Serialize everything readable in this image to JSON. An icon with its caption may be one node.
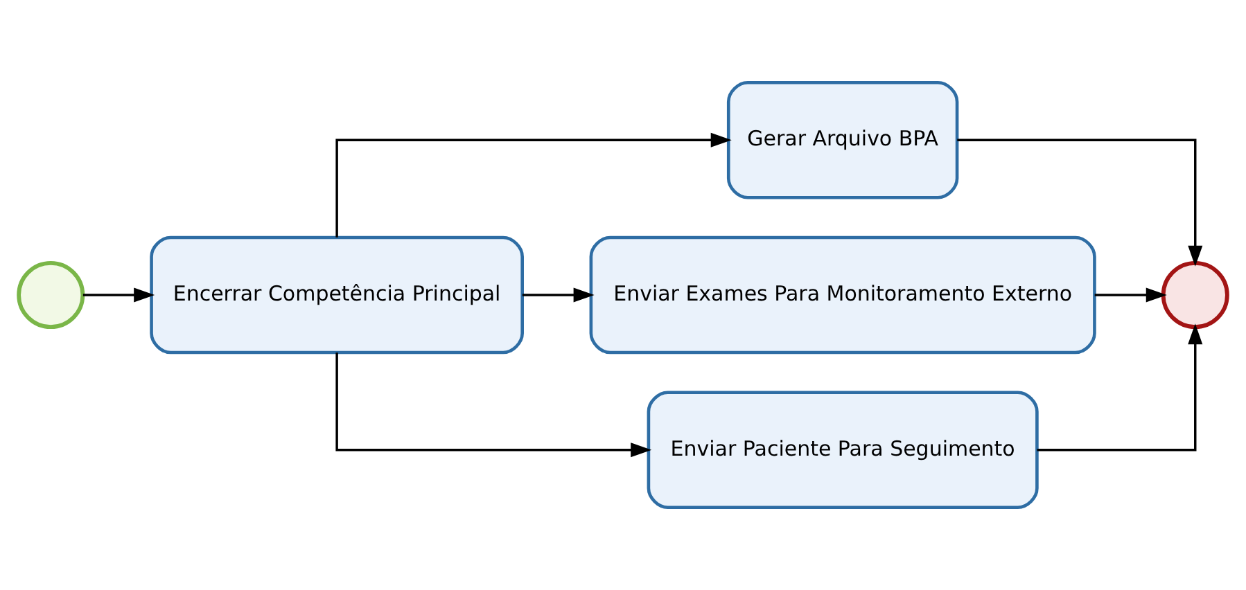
{
  "diagram": {
    "nodes": [
      {
        "text": [],
        "shape": "circle"
      },
      {
        "text": [
          "Encerrar Competência Principal"
        ]
      },
      {
        "text": [
          "Gerar Arquivo BPA"
        ]
      },
      {
        "text": [
          "Enviar Exames Para Monitoramento Externo"
        ]
      },
      {
        "text": [
          "Enviar Paciente Para Seguimento"
        ]
      },
      {
        "text": [],
        "shape": "circle"
      }
    ],
    "edges": [
      {
        "from": 0,
        "to": 1,
        "arrow": "to"
      },
      {
        "from": 1,
        "to": 2,
        "arrow": "to"
      },
      {
        "from": 1,
        "to": 3,
        "arrow": "to"
      },
      {
        "from": 1,
        "to": 4,
        "arrow": "to"
      },
      {
        "from": 2,
        "to": 5,
        "arrow": "to"
      },
      {
        "from": 3,
        "to": 5,
        "arrow": "to"
      },
      {
        "from": 4,
        "to": 5,
        "arrow": "to"
      }
    ]
  }
}
